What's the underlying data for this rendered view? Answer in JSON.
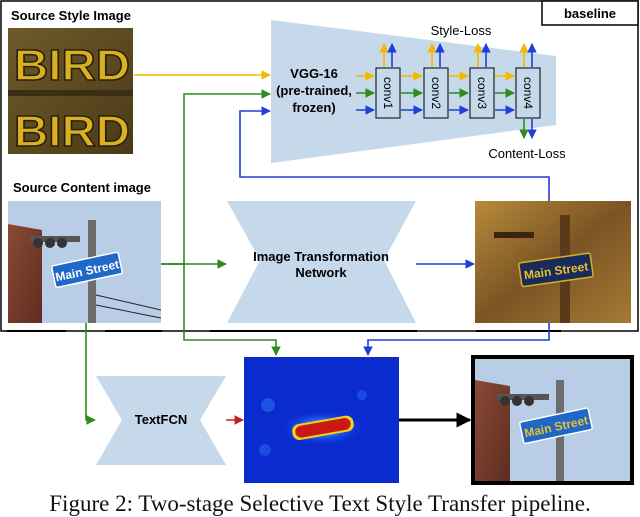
{
  "figure": {
    "baseline_tag": "baseline",
    "source_style_label": "Source Style Image",
    "source_content_label": "Source Content image",
    "vgg_label_lines": [
      "VGG-16",
      "(pre-trained,",
      "frozen)"
    ],
    "conv_layers": [
      "conv1",
      "conv2",
      "conv3",
      "conv4"
    ],
    "style_loss_label": "Style-Loss",
    "content_loss_label": "Content-Loss",
    "transform_net_label_lines": [
      "Image Transformation",
      "Network"
    ],
    "textfcn_label": "TextFCN",
    "style_image_text": [
      "BIRD",
      "BIRD"
    ],
    "street_sign_text": "Main Street",
    "caption": "Figure 2: Two-stage Selective Text Style Transfer pipeline."
  },
  "colors": {
    "network_fill": "#c5d9ea",
    "style_arrow": "#f5b800",
    "content_arrow": "#2e8b1e",
    "blue_arrow": "#1f3fd6",
    "red_arrow": "#c8201a",
    "sky": "#b9cde6",
    "heatmap_bg": "#0a2ccf",
    "heatmap_blob": "#c81a10"
  }
}
